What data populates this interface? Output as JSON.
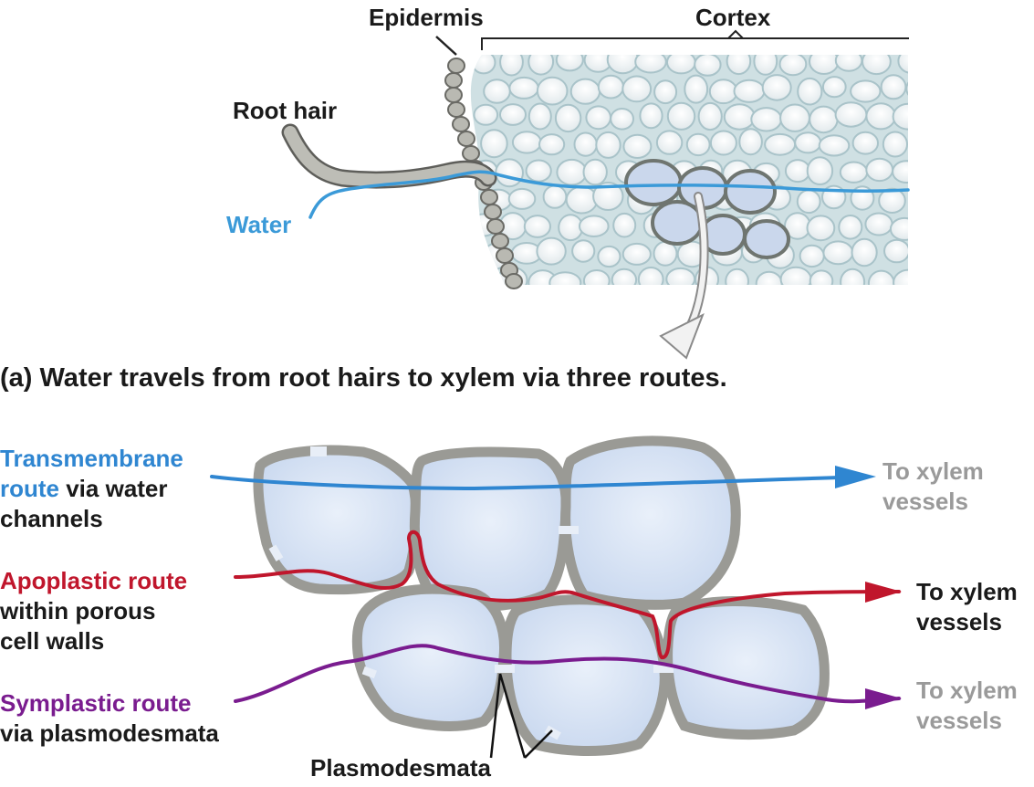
{
  "top": {
    "epidermis": "Epidermis",
    "cortex": "Cortex",
    "root_hair": "Root hair",
    "water": "Water"
  },
  "caption": {
    "part": "(a)",
    "text": "Water travels from root hairs to xylem via three routes."
  },
  "routes": {
    "transmembrane": {
      "line1_colored": "Transmembrane",
      "line2_colored": "route",
      "line2_rest": " via water",
      "line3": "channels",
      "color": "#2f86d1",
      "dest_line1": "To xylem",
      "dest_line2": "vessels",
      "dest_color": "#9a9a9a"
    },
    "apoplastic": {
      "line1_colored": "Apoplastic route",
      "line2": "within porous",
      "line3": "cell walls",
      "color": "#c0162c",
      "dest_line1": "To xylem",
      "dest_line2": "vessels",
      "dest_color": "#1a1a1a"
    },
    "symplastic": {
      "line1_colored": "Symplastic route",
      "line2": "via plasmodesmata",
      "color": "#7a1c8f",
      "dest_line1": "To xylem",
      "dest_line2": "vessels",
      "dest_color": "#9a9a9a"
    }
  },
  "plasmodesmata_label": "Plasmodesmata",
  "colors": {
    "cell_wall": "#9a9a95",
    "cell_fill": "#d8e4f5",
    "water_blue": "#3b9ad8",
    "cortex_cell": "#eef3f6",
    "cortex_wall": "#a9c3c9"
  }
}
